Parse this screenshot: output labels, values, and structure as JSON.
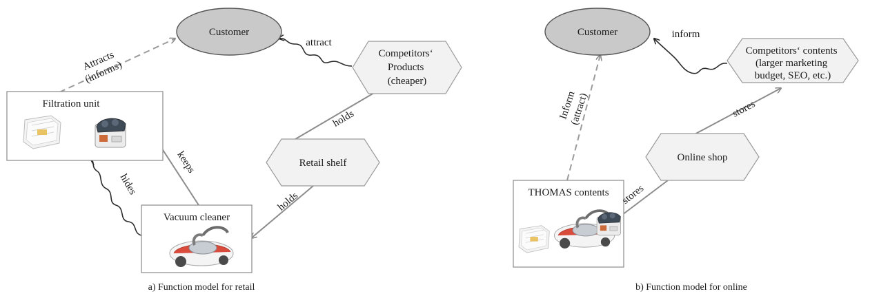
{
  "panel_a": {
    "caption": "a) Function model for retail",
    "nodes": {
      "customer": "Customer",
      "competitors": [
        "Competitors‘",
        "Products",
        "(cheaper)"
      ],
      "filtration": "Filtration unit",
      "retail_shelf": "Retail shelf",
      "vacuum": "Vacuum cleaner"
    },
    "edges": {
      "attracts": [
        "Attracts",
        "(informs)"
      ],
      "attract": "attract",
      "holds_top": "holds",
      "holds_bottom": "holds",
      "keeps": "keeps",
      "hides": "hides"
    }
  },
  "panel_b": {
    "caption": "b) Function model for online",
    "nodes": {
      "customer": "Customer",
      "competitors": [
        "Competitors‘ contents",
        "(larger marketing",
        "budget, SEO, etc.)"
      ],
      "online_shop": "Online shop",
      "thomas": "THOMAS contents"
    },
    "edges": {
      "inform_wavy": "inform",
      "inform_dash": [
        "Inform",
        "(attract)"
      ],
      "stores_top": "stores",
      "stores_bottom": "stores"
    }
  },
  "colors": {
    "oval_fill": "#c9c9c9",
    "hex_fill": "#f2f2f2",
    "edge_gray": "#8c8c8c",
    "wavy_dark": "#2b2b2b"
  },
  "icons": {
    "filtration_unit": [
      "filter-cassette-icon",
      "filter-motor-unit-icon"
    ],
    "vacuum_cleaner": "vacuum-cleaner-icon",
    "thomas_contents": [
      "filter-cassette-icon",
      "vacuum-cleaner-icon",
      "filter-motor-unit-icon"
    ]
  }
}
